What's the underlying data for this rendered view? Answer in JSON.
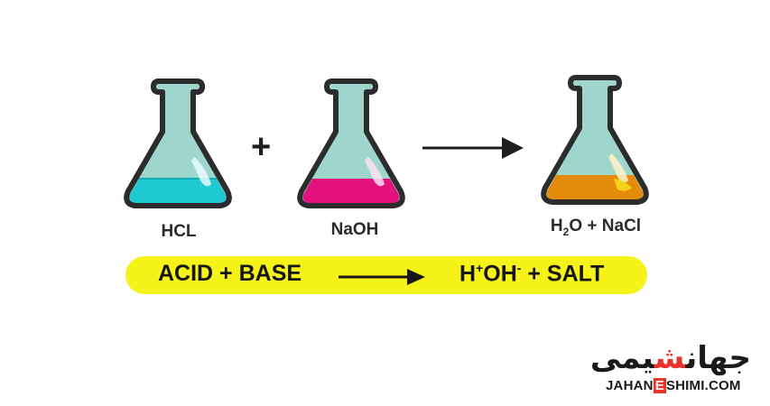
{
  "diagram": {
    "reactant1": {
      "label": "HCL",
      "liquid_color": "#1fc9d0"
    },
    "plus": "+",
    "reactant2": {
      "label": "NaOH",
      "liquid_color": "#e3127f"
    },
    "product": {
      "label_h": "H",
      "label_2": "2",
      "label_rest": "O + NaCl",
      "liquid_color": "#e48b0c"
    },
    "flask_glass_color": "#9fd6cc",
    "outline_color": "#2c2c2c"
  },
  "banner": {
    "left_acid": "ACID + ",
    "left_base": "BASE",
    "right_h": "H",
    "right_plus": "+",
    "right_oh": "OH",
    "right_minus": "-",
    "right_rest": " + SALT",
    "color": "#f6f31a"
  },
  "logo": {
    "arabic_main": "جهان",
    "arabic_accent": "ش",
    "arabic_end": "یمی",
    "site_before": "JAHAN",
    "site_box": "E",
    "site_after": "SHIMI.COM",
    "accent_color": "#e8352b"
  }
}
